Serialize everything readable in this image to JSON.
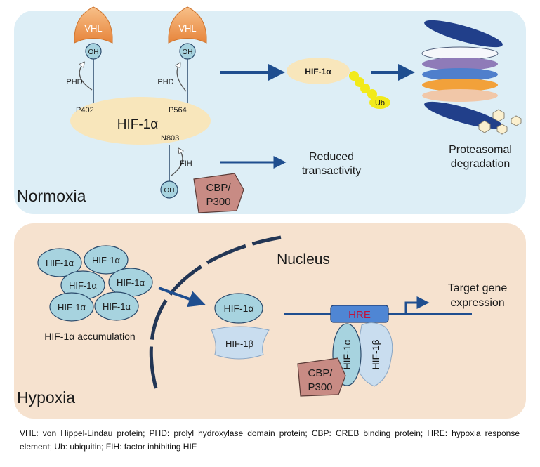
{
  "colors": {
    "normoxia_panel": "#ddeef6",
    "hypoxia_panel": "#f6e2cf",
    "hif_ellipse": "#f8e6bb",
    "oh_circle": "#a7d3df",
    "vhl": "#ee9a52",
    "cbp": "#c88b84",
    "arrow": "#1f4e8f",
    "ubiquitin": "#f2ea1a",
    "hre": "#4f86d4",
    "hre_text": "#c0143c"
  },
  "normoxia": {
    "label": "Normoxia",
    "vhl_left": "VHL",
    "vhl_right": "VHL",
    "oh_left": "OH",
    "oh_right": "OH",
    "oh_bottom": "OH",
    "phd_left": "PHD",
    "phd_right": "PHD",
    "site_p402": "P402",
    "site_p564": "P564",
    "site_n803": "N803",
    "hif": "HIF-1α",
    "fih": "FIH",
    "cbp_line1": "CBP/",
    "cbp_line2": "P300",
    "hif_ub": "HIF-1α",
    "ub": "Ub",
    "reduced_line1": "Reduced",
    "reduced_line2": "transactivity",
    "proteasome_line1": "Proteasomal",
    "proteasome_line2": "degradation"
  },
  "hypoxia": {
    "label": "Hypoxia",
    "nucleus": "Nucleus",
    "cluster": [
      "HIF-1α",
      "HIF-1α",
      "HIF-1α",
      "HIF-1α",
      "HIF-1α",
      "HIF-1α"
    ],
    "accumulation": "HIF-1α accumulation",
    "hif_alpha": "HIF-1α",
    "hif_beta": "HIF-1β",
    "hre": "HRE",
    "bound_alpha": "HIF-1α",
    "bound_beta": "HIF-1β",
    "cbp_line1": "CBP/",
    "cbp_line2": "P300",
    "target_line1": "Target gene",
    "target_line2": "expression"
  },
  "caption": "VHL: von Hippel-Lindau protein; PHD: prolyl hydroxylase domain protein; CBP: CREB binding protein; HRE: hypoxia response element; Ub: ubiquitin; FIH: factor inhibiting HIF"
}
